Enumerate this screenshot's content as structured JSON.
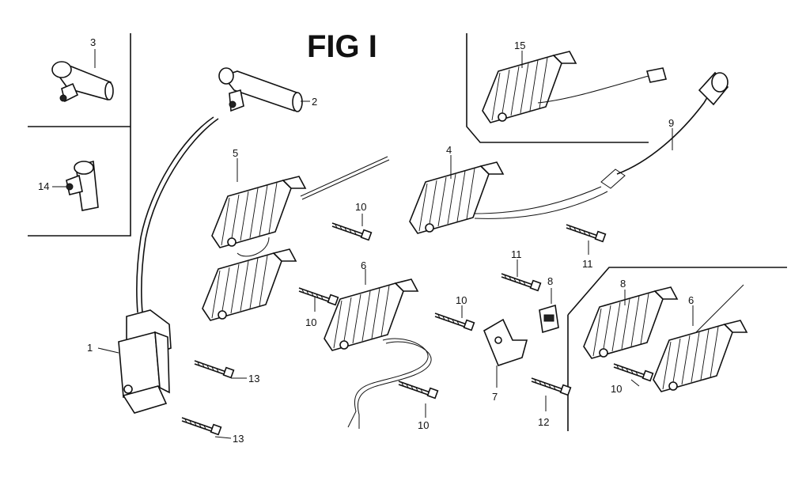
{
  "figure": {
    "title": "FIG I"
  },
  "callouts": {
    "c1": "1",
    "c2": "2",
    "c3": "3",
    "c4": "4",
    "c5": "5",
    "c6a": "6",
    "c6b": "6",
    "c7": "7",
    "c8a": "8",
    "c8b": "8",
    "c9": "9",
    "c10a": "10",
    "c10b": "10",
    "c10c": "10",
    "c10d": "10",
    "c10e": "10",
    "c11a": "11",
    "c11b": "11",
    "c12": "12",
    "c13a": "13",
    "c13b": "13",
    "c14": "14",
    "c15": "15"
  }
}
